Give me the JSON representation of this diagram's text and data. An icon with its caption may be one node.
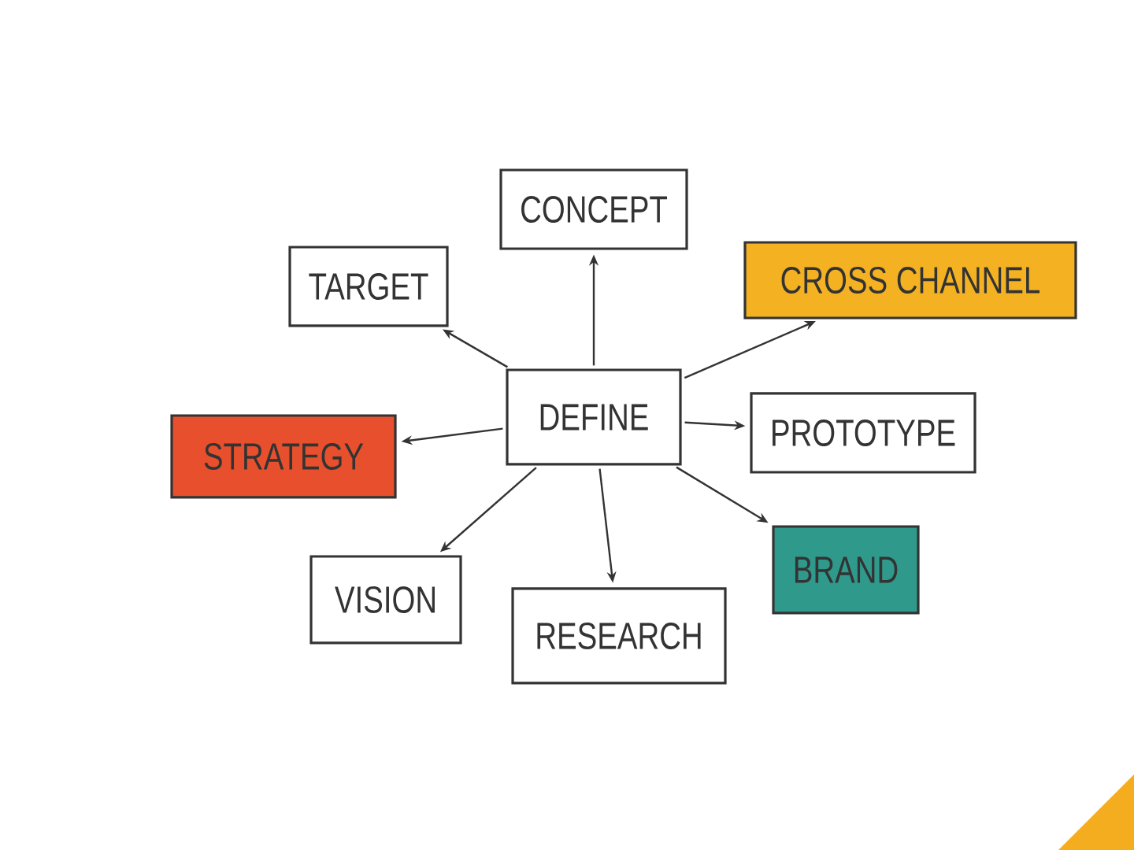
{
  "diagram": {
    "nodes": [
      {
        "text": [
          "DEFINE"
        ]
      },
      {
        "text": [
          "CONCEPT"
        ]
      },
      {
        "text": [
          "TARGET"
        ]
      },
      {
        "text": [
          "CROSS CHANNEL"
        ]
      },
      {
        "text": [
          "STRATEGY"
        ]
      },
      {
        "text": [
          "PROTOTYPE"
        ]
      },
      {
        "text": [
          "VISION"
        ]
      },
      {
        "text": [
          "RESEARCH"
        ]
      },
      {
        "text": [
          "BRAND"
        ]
      }
    ],
    "edges": [
      {
        "from": 0,
        "to": 1,
        "arrow": "to"
      },
      {
        "from": 0,
        "to": 2,
        "arrow": "to"
      },
      {
        "from": 0,
        "to": 3,
        "arrow": "to"
      },
      {
        "from": 0,
        "to": 4,
        "arrow": "to"
      },
      {
        "from": 0,
        "to": 5,
        "arrow": "to"
      },
      {
        "from": 0,
        "to": 6,
        "arrow": "to"
      },
      {
        "from": 0,
        "to": 7,
        "arrow": "to"
      },
      {
        "from": 0,
        "to": 8,
        "arrow": "to"
      }
    ]
  }
}
